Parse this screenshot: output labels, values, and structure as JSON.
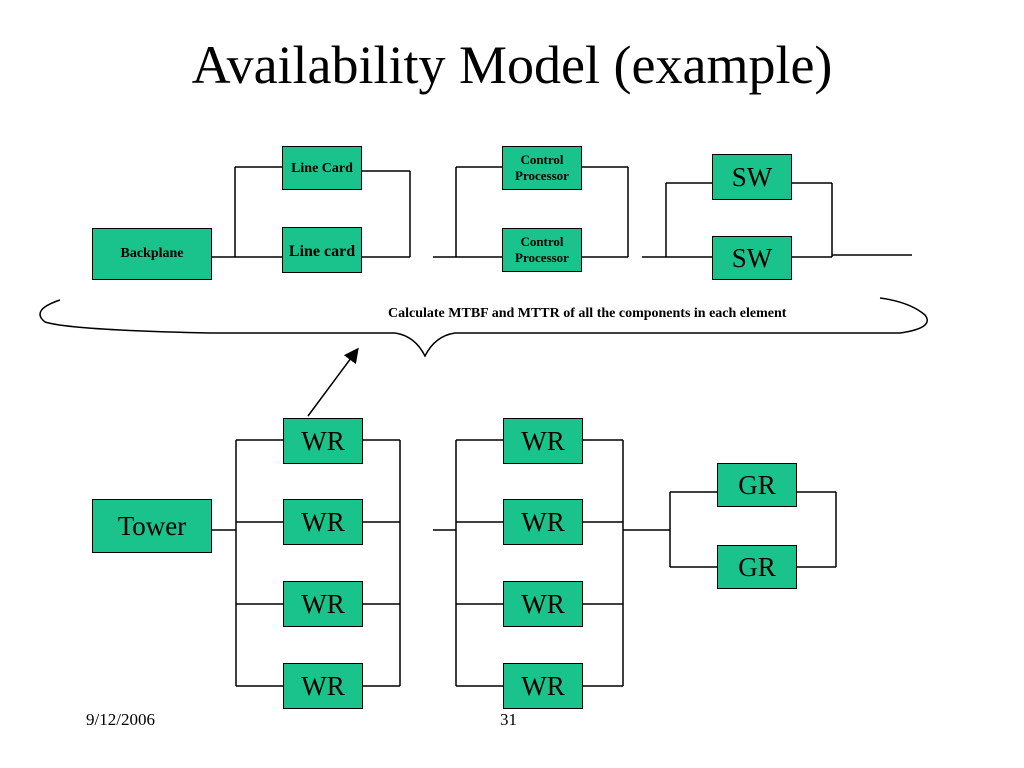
{
  "slide": {
    "title": "Availability Model (example)",
    "note": "Calculate MTBF and MTTR of all the components in each element",
    "date": "9/12/2006",
    "page_number": "31"
  },
  "top_model": {
    "backplane": "Backplane",
    "line_card_1": "Line Card",
    "line_card_2": "Line card",
    "control_processor_1": "Control Processor",
    "control_processor_2": "Control Processor",
    "sw_1": "SW",
    "sw_2": "SW"
  },
  "bottom_model": {
    "tower": "Tower",
    "wr_group_1": [
      "WR",
      "WR",
      "WR",
      "WR"
    ],
    "wr_group_2": [
      "WR",
      "WR",
      "WR",
      "WR"
    ],
    "gr": [
      "GR",
      "GR"
    ]
  },
  "colors": {
    "box_fill": "#19c38b",
    "line": "#000000",
    "background": "#ffffff"
  }
}
